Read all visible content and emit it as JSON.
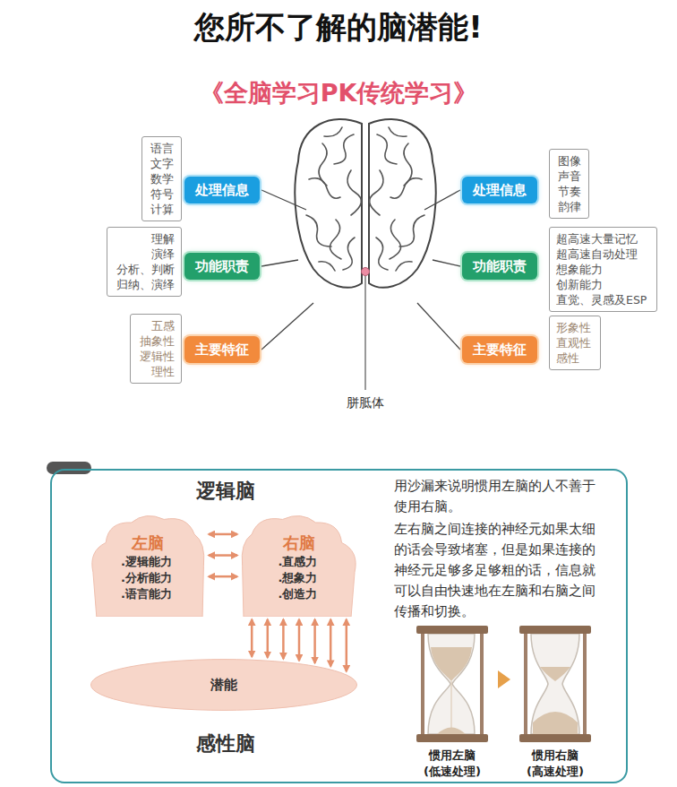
{
  "diagram": {
    "title": "您所不了解的脑潜能!",
    "nodes": [
      {
        "text": [
          "语言 文字 数学 符号 计算"
        ]
      },
      {
        "text": [
          "处理信息"
        ]
      },
      {
        "text": [
          "处理信息"
        ]
      },
      {
        "text": [
          "图像 声音 节奏 韵律"
        ]
      },
      {
        "text": [
          "理解 演绎 分析、判断 归纳、演绎"
        ]
      },
      {
        "text": [
          "功能职责"
        ]
      },
      {
        "text": [
          "功能职责"
        ]
      },
      {
        "text": [
          "超高速大量记忆 超高速自动处理 想象能力 创新能力 直觉、灵感及ESP"
        ]
      },
      {
        "text": [
          "五感 抽象性 逻辑性 理性"
        ]
      },
      {
        "text": [
          "主要特征"
        ]
      },
      {
        "text": [
          "主要特征"
        ]
      },
      {
        "text": [
          "形象性 直观性 感性"
        ]
      },
      {
        "text": [
          "逻辑脑",
          "用沙漏来说明惯用左脑的人不善于使用右脑。",
          "左右脑之间连接的神经元如果太细的话会导致堵塞，但是如果连接的神经元足够多足够粗的话，信息就可以自由快速地在左脑和右脑之间传播和切换。",
          "感性脑"
        ]
      },
      {
        "text": [
          "左脑",
          ".逻辑能力 .分析能力 .语言能力"
        ],
        "in": 12
      },
      {
        "text": [
          "右脑",
          ".直感力 .想象力 .创造力"
        ],
        "in": 12
      },
      {
        "text": [
          "潜能"
        ],
        "in": 12
      }
    ],
    "edges": [
      {
        "from": 13,
        "to": 14,
        "arrow": "both"
      },
      {
        "from": 14,
        "to": 15,
        "arrow": "both"
      }
    ],
    "labels": [
      "《全脑学习PK传统学习》",
      "胼胝体",
      "惯用左脑 (低速处理)",
      "惯用右脑 (高速处理)"
    ]
  }
}
